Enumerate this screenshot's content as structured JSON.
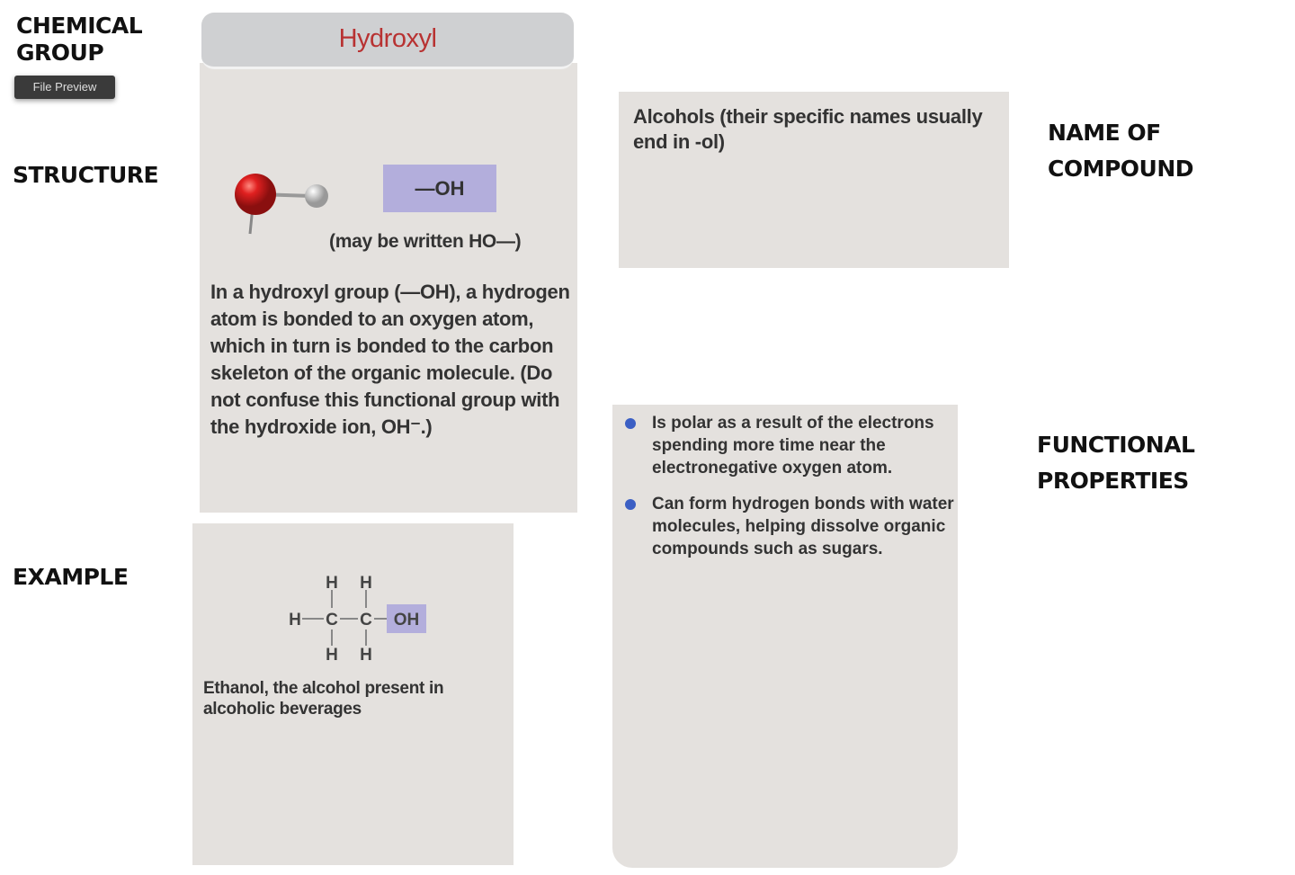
{
  "row_labels": {
    "chemical_group": "CHEMICAL GROUP",
    "structure": "STRUCTURE",
    "example": "EXAMPLE",
    "name_of_compound": "NAME OF COMPOUND",
    "functional_properties": "FUNCTIONAL PROPERTIES"
  },
  "badge": "File Preview",
  "group_name": "Hydroxyl",
  "structure": {
    "formula": "—OH",
    "alt_note": "(may be written HO—)",
    "description": "In a hydroxyl group (—OH), a hydrogen atom is bonded to an oxygen atom, which in turn is bonded to the carbon skeleton of the organic molecule. (Do not confuse this functional group with the hydroxide ion, OH⁻.)"
  },
  "name_of_compound": "Alcohols (their specific names usually end in -ol)",
  "example": {
    "atoms": {
      "h": "H",
      "c": "C",
      "oh": "OH"
    },
    "caption": "Ethanol, the alcohol present in alcoholic beverages"
  },
  "properties": [
    "Is polar as a result of the electrons spending more time near the electronegative oxygen atom.",
    "Can form hydrogen bonds with water molecules, helping dissolve organic compounds such as sugars."
  ],
  "colors": {
    "title": "#b83232",
    "highlight": "#b3aedc",
    "bullet": "#3b5fc4",
    "panel": "#e4e1de"
  }
}
